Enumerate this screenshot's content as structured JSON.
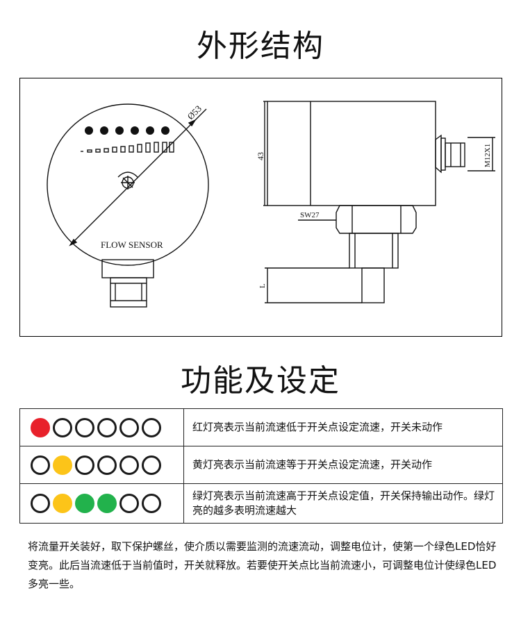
{
  "titles": {
    "shape": "外形结构",
    "function": "功能及设定"
  },
  "drawing": {
    "dim_diameter": "Ø53",
    "dim_height": "43",
    "dim_thread": "M12X1",
    "dim_spanner": "SW27",
    "dim_length": "L",
    "label_flow_sensor": "FLOW SENSOR",
    "led_colors": {
      "dot": "#111111"
    }
  },
  "legend": [
    {
      "leds": [
        "red",
        "off",
        "off",
        "off",
        "off",
        "off"
      ],
      "text": "红灯亮表示当前流速低于开关点设定流速，开关未动作"
    },
    {
      "leds": [
        "off",
        "yellow",
        "off",
        "off",
        "off",
        "off"
      ],
      "text": "黄灯亮表示当前流速等于开关点设定流速，开关动作"
    },
    {
      "leds": [
        "off",
        "yellow",
        "green",
        "green",
        "off",
        "off"
      ],
      "text": "绿灯亮表示当前流速高于开关点设定值，开关保持输出动作。绿灯亮的越多表明流速越大"
    }
  ],
  "colors": {
    "red": "#e8212b",
    "yellow": "#fcc419",
    "green": "#22b24c"
  },
  "note": "将流量开关装好，取下保护螺丝，使介质以需要监测的流速流动，调整电位计，使第一个绿色LED恰好变亮。此后当流速低于当前值时，开关就释放。若要使开关点比当前流速小，可调整电位计使绿色LED多亮一些。"
}
